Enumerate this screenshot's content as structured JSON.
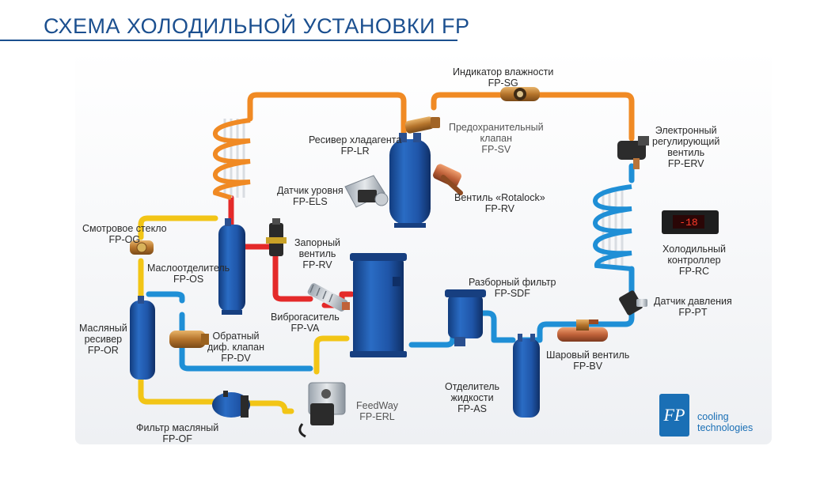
{
  "title": "СХЕМА ХОЛОДИЛЬНОЙ УСТАНОВКИ FP",
  "colors": {
    "title_blue": "#1b4f8f",
    "hot_gas": "#f08a24",
    "discharge": "#e42a2a",
    "suction": "#1f8fd6",
    "oil": "#f2c516",
    "component_blue": "#1f55a8",
    "brand_blue": "#1a6fb5"
  },
  "components": {
    "sight_glass_oil": {
      "name": "Смотровое стекло",
      "code": "FP-OG"
    },
    "oil_separator": {
      "name": "Маслоотделитель",
      "code": "FP-OS"
    },
    "oil_receiver": {
      "name1": "Масляный",
      "name2": "ресивер",
      "code": "FP-OR"
    },
    "diff_check_valve": {
      "name1": "Обратный",
      "name2": "диф. клапан",
      "code": "FP-DV"
    },
    "oil_filter": {
      "name": "Фильтр масляный",
      "code": "FP-OF"
    },
    "feedway": {
      "name": "FeedWay",
      "code": "FP-ERL"
    },
    "shutoff_valve": {
      "name1": "Запорный",
      "name2": "вентиль",
      "code": "FP-RV"
    },
    "vibration_absorber": {
      "name": "Виброгаситель",
      "code": "FP-VA"
    },
    "liquid_receiver": {
      "name": "Ресивер хладагента",
      "code": "FP-LR"
    },
    "level_sensor": {
      "name": "Датчик уровня",
      "code": "FP-ELS"
    },
    "safety_valve": {
      "name1": "Предохранительный",
      "name2": "клапан",
      "code": "FP-SV"
    },
    "rotalock_valve": {
      "name": "Вентиль «Rotalock»",
      "code": "FP-RV"
    },
    "moisture_indicator": {
      "name": "Индикатор влажности",
      "code": "FP-SG"
    },
    "expansion_valve": {
      "name1": "Электронный",
      "name2": "регулирующий",
      "name3": "вентиль",
      "code": "FP-ERV"
    },
    "controller": {
      "name1": "Холодильный",
      "name2": "контроллер",
      "code": "FP-RC"
    },
    "pressure_sensor": {
      "name": "Датчик давления",
      "code": "FP-PT"
    },
    "suction_filter": {
      "name": "Разборный фильтр",
      "code": "FP-SDF"
    },
    "ball_valve": {
      "name": "Шаровый вентиль",
      "code": "FP-BV"
    },
    "accumulator": {
      "name1": "Отделитель",
      "name2": "жидкости",
      "code": "FP-AS"
    }
  },
  "controller_display": "-18",
  "logo": {
    "mark": "FP",
    "line1": "cooling",
    "line2": "technologies"
  }
}
